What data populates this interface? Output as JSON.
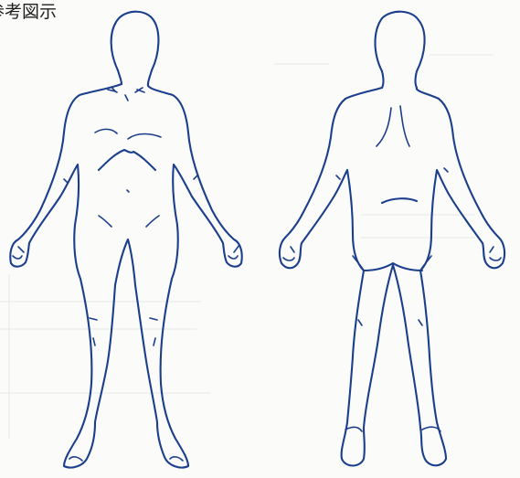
{
  "caption": "参考図示",
  "colors": {
    "outline": "#1b3f8c",
    "background": "#fbfbfa"
  },
  "figures": [
    {
      "view": "front",
      "icon": "human-body-front-icon"
    },
    {
      "view": "back",
      "icon": "human-body-back-icon"
    }
  ]
}
